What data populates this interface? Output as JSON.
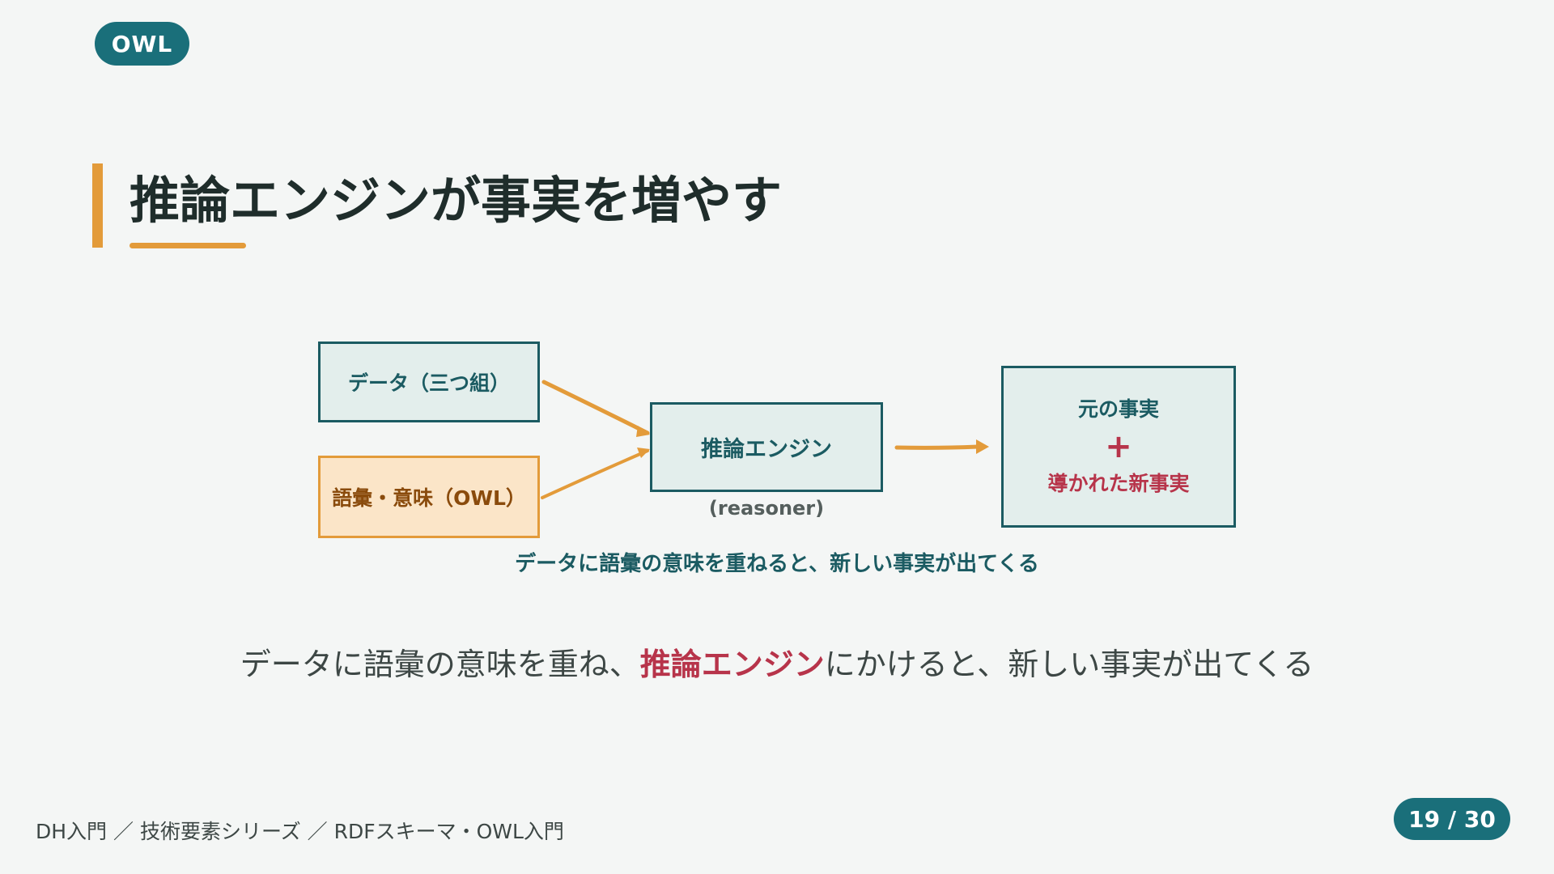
{
  "tag": "OWL",
  "title": "推論エンジンが事実を増やす",
  "diagram": {
    "data_box": "データ（三つ組）",
    "vocab_box": "語彙・意味（OWL）",
    "engine_box": "推論エンジン",
    "engine_sub": "(reasoner)",
    "result_top": "元の事実",
    "result_plus": "+",
    "result_bottom": "導かれた新事実",
    "caption": "データに語彙の意味を重ねると、新しい事実が出てくる"
  },
  "summary": {
    "before": "データに語彙の意味を重ね、",
    "highlight": "推論エンジン",
    "after": "にかけると、新しい事実が出てくる"
  },
  "footer": "DH入門 ／ 技術要素シリーズ ／ RDFスキーマ・OWL入門",
  "page": "19 / 30",
  "colors": {
    "teal": "#1a6f7a",
    "teal_dark": "#1b5b62",
    "orange": "#e39b3a",
    "red": "#b7344a",
    "background": "#f4f6f5"
  }
}
